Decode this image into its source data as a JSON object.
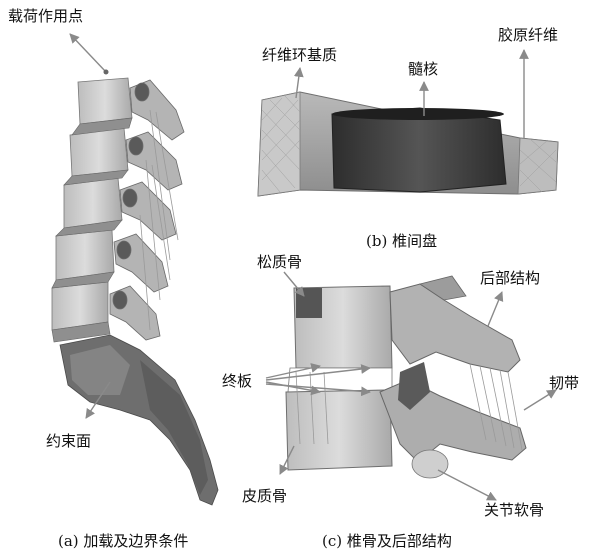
{
  "panel_a": {
    "label_load_point": "载荷作用点",
    "label_constraint": "约束面",
    "caption": "(a) 加载及边界条件"
  },
  "panel_b": {
    "label_annulus": "纤维环基质",
    "label_nucleus": "髓核",
    "label_collagen": "胶原纤维",
    "caption": "(b) 椎间盘"
  },
  "panel_c": {
    "label_cancellous": "松质骨",
    "label_posterior": "后部结构",
    "label_endplate": "终板",
    "label_ligament": "韧带",
    "label_cortical": "皮质骨",
    "label_cartilage": "关节软骨",
    "caption": "(c) 椎骨及后部结构"
  },
  "colors": {
    "bone": "#d2d2d2",
    "disc": "#9c9c9c",
    "nucleus": "#3c3c3c",
    "arrow": "#8a8a8a"
  }
}
